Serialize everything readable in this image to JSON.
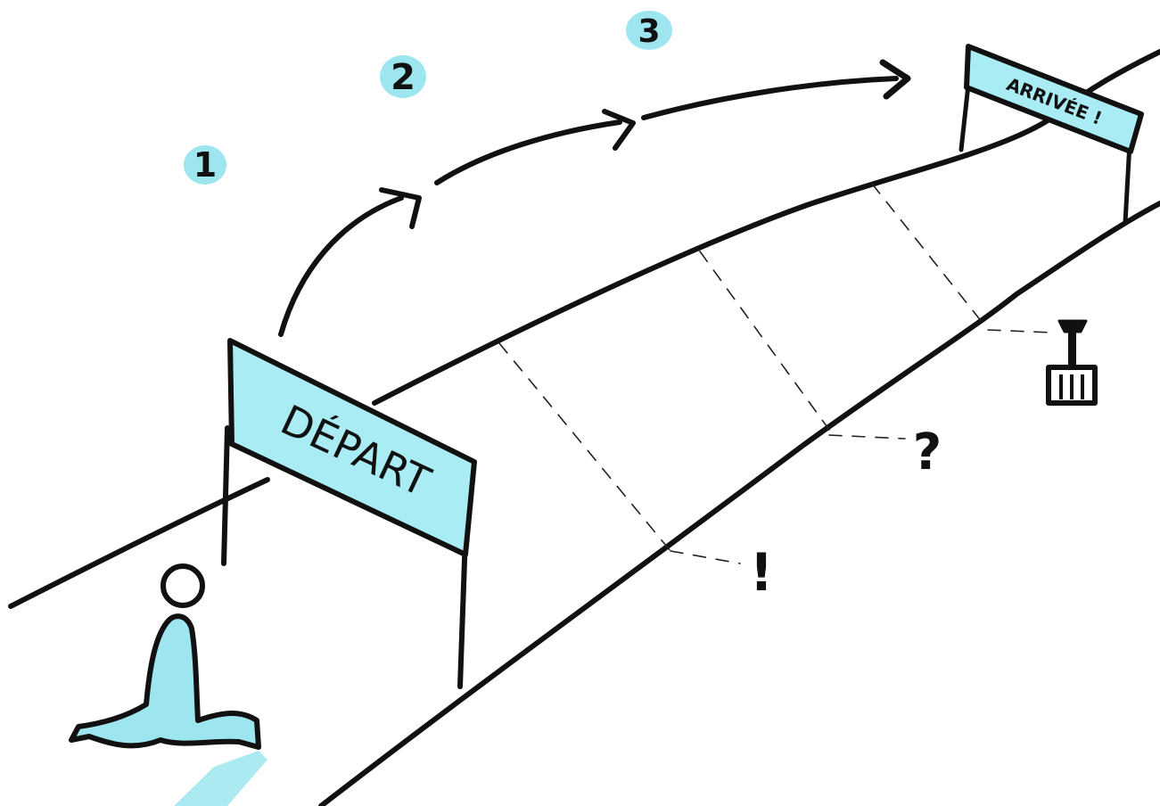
{
  "steps": {
    "step1": "1",
    "step2": "2",
    "step3": "3"
  },
  "signs": {
    "start": "DÉPART",
    "finish": "ARRIVÉE !"
  },
  "markers": {
    "exclamation": "!",
    "question": "?",
    "shovel_icon": "shovel-icon"
  },
  "colors": {
    "accent": "#9ee6ef",
    "ink": "#111111"
  }
}
